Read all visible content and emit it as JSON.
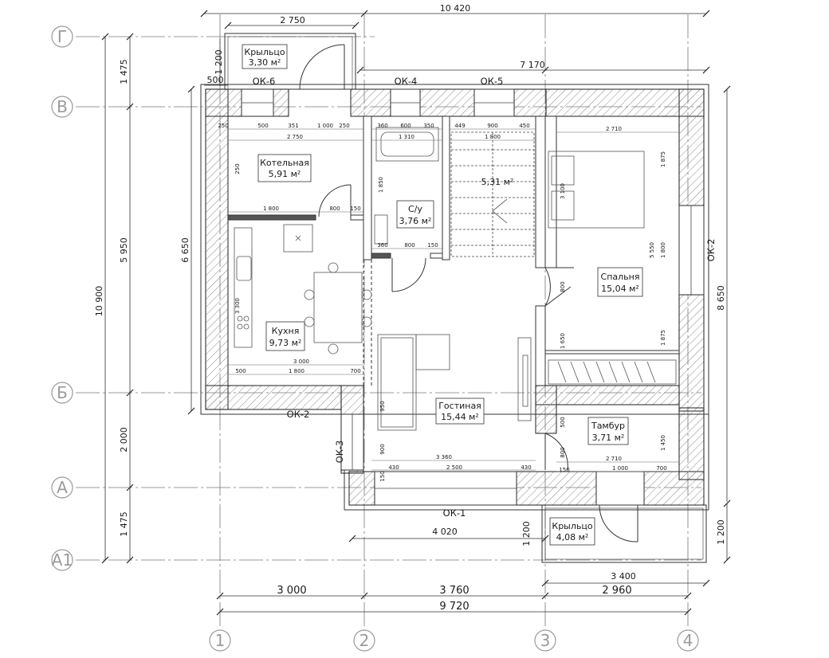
{
  "axes": {
    "columns": [
      "1",
      "2",
      "3",
      "4"
    ],
    "rows": [
      "Г",
      "В",
      "Б",
      "А",
      "А1"
    ]
  },
  "rooms": {
    "porch_top": {
      "name": "Крыльцо",
      "area": "3,30 м²"
    },
    "boiler": {
      "name": "Котельная",
      "area": "5,91 м²"
    },
    "wc": {
      "name": "С/у",
      "area": "3,76 м²"
    },
    "stair": {
      "area": "5,31 м²"
    },
    "bedroom": {
      "name": "Спальня",
      "area": "15,04 м²"
    },
    "kitchen": {
      "name": "Кухня",
      "area": "9,73 м²"
    },
    "living": {
      "name": "Гостиная",
      "area": "15,44 м²"
    },
    "vestibule": {
      "name": "Тамбур",
      "area": "3,71 м²"
    },
    "porch_bottom": {
      "name": "Крыльцо",
      "area": "4,08 м²"
    }
  },
  "windows": {
    "ok1": "ОК-1",
    "ok2_left": "ОК-2",
    "ok2_right": "ОК-2",
    "ok3": "ОК-3",
    "ok4": "ОК-4",
    "ok5": "ОК-5",
    "ok6": "ОК-6"
  },
  "dimensions": {
    "top_total": "10 420",
    "top_porch": "2 750",
    "top_7170": "7 170",
    "top_500": "500",
    "porch_1200": "1 200",
    "left_total": "10 900",
    "left_1475_top": "1 475",
    "left_5950": "5 950",
    "left_2000": "2 000",
    "left_1475_bottom": "1 475",
    "left_6650": "6 650",
    "right_8650": "8 650",
    "right_1200": "1 200",
    "porch_b_1200": "1 200",
    "porch_b_3400": "3 400",
    "bottom_4020": "4 020",
    "bottom_3000": "3 000",
    "bottom_3760": "3 760",
    "bottom_2960": "2 960",
    "bottom_total": "9 720"
  },
  "small_dims": {
    "b_250a": "250",
    "b_500": "500",
    "b_351": "351",
    "b_1000": "1 000",
    "b_250b": "250",
    "b_2750": "2 750",
    "b_250v": "250",
    "b_1800": "1 800",
    "b_800": "800",
    "b_150": "150",
    "w_360": "360",
    "w_600": "600",
    "w_350": "350",
    "w_1310": "1 310",
    "w_1850": "1 850",
    "w_360b": "360",
    "w_800": "800",
    "w_150": "150",
    "s_449": "449",
    "s_900": "900",
    "s_450": "450",
    "s_1800": "1 800",
    "bd_2710": "2 710",
    "bd_3100": "3 100",
    "bd_1875a": "1 875",
    "bd_5550": "5 550",
    "bd_1800": "1 800",
    "bd_1875b": "1 875",
    "bd_800": "800",
    "bd_1650": "1 650",
    "k_3300": "3 300",
    "k_3000": "3 000",
    "k_500": "500",
    "k_1800": "1 800",
    "k_700": "700",
    "l_950": "950",
    "l_900": "900",
    "l_3360": "3 360",
    "l_430a": "430",
    "l_2500": "2 500",
    "l_430b": "430",
    "l_150a": "150",
    "l_150b": "150",
    "v_500": "500",
    "v_800": "800",
    "v_1450": "1 450",
    "v_2710": "2 710",
    "v_1000": "1 000",
    "v_700": "700"
  }
}
